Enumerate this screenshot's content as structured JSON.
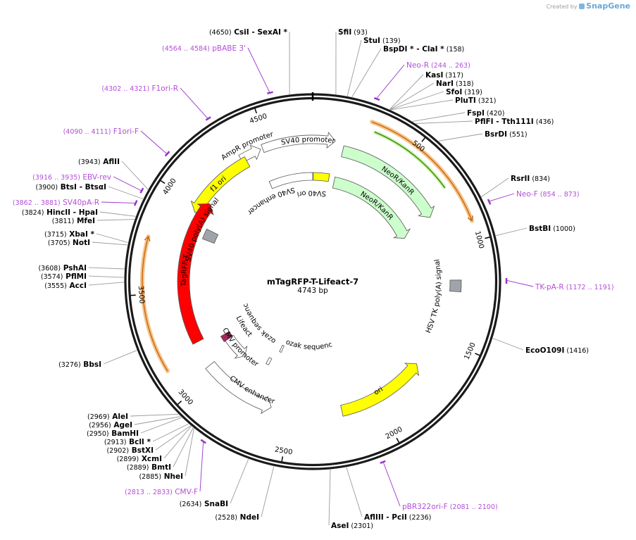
{
  "branding": {
    "created_by": "Created by",
    "app": "SnapGene"
  },
  "plasmid": {
    "name": "mTagRFP-T-Lifeact-7",
    "length_label": "4743 bp",
    "length": 4743
  },
  "tick_marks": [
    500,
    1000,
    1500,
    2000,
    2500,
    3000,
    3500,
    4000,
    4500
  ],
  "tick_labels": [
    "500",
    "1000",
    "1500",
    "2000",
    "2500",
    "3000",
    "3500",
    "4000",
    "4500"
  ],
  "sites": [
    {
      "parts": [
        {
          "t": "(4650)",
          "c": "pos"
        },
        {
          "t": " CsiI",
          "c": "name"
        },
        {
          "t": "  - SexAI *",
          "c": "name"
        }
      ],
      "bp": 4650
    },
    {
      "parts": [
        {
          "t": "SfiI",
          "c": "name"
        },
        {
          "t": "  (93)",
          "c": "pos"
        }
      ],
      "bp": 93
    },
    {
      "parts": [
        {
          "t": "StuI",
          "c": "name"
        },
        {
          "t": "  (139)",
          "c": "pos"
        }
      ],
      "bp": 139
    },
    {
      "parts": [
        {
          "t": "BspDI *",
          "c": "name"
        },
        {
          "t": "  - ClaI *",
          "c": "name"
        },
        {
          "t": "  (158)",
          "c": "pos"
        }
      ],
      "bp": 158
    },
    {
      "parts": [
        {
          "t": "KasI",
          "c": "name"
        },
        {
          "t": "  (317)",
          "c": "pos"
        }
      ],
      "bp": 317
    },
    {
      "parts": [
        {
          "t": "NarI",
          "c": "name"
        },
        {
          "t": "  (318)",
          "c": "pos"
        }
      ],
      "bp": 318
    },
    {
      "parts": [
        {
          "t": "SfoI",
          "c": "name"
        },
        {
          "t": "  (319)",
          "c": "pos"
        }
      ],
      "bp": 319
    },
    {
      "parts": [
        {
          "t": "PluTI",
          "c": "name"
        },
        {
          "t": "  (321)",
          "c": "pos"
        }
      ],
      "bp": 321
    },
    {
      "parts": [
        {
          "t": "FspI",
          "c": "name"
        },
        {
          "t": "  (420)",
          "c": "pos"
        }
      ],
      "bp": 420
    },
    {
      "parts": [
        {
          "t": "PflFI",
          "c": "name"
        },
        {
          "t": "  - Tth111I",
          "c": "name"
        },
        {
          "t": "  (436)",
          "c": "pos"
        }
      ],
      "bp": 436
    },
    {
      "parts": [
        {
          "t": "BsrDI",
          "c": "name"
        },
        {
          "t": "  (551)",
          "c": "pos"
        }
      ],
      "bp": 551
    },
    {
      "parts": [
        {
          "t": "RsrII",
          "c": "name"
        },
        {
          "t": "  (834)",
          "c": "pos"
        }
      ],
      "bp": 834
    },
    {
      "parts": [
        {
          "t": "BstBI",
          "c": "name"
        },
        {
          "t": "  (1000)",
          "c": "pos"
        }
      ],
      "bp": 1000
    },
    {
      "parts": [
        {
          "t": "EcoO109I",
          "c": "name"
        },
        {
          "t": "  (1416)",
          "c": "pos"
        }
      ],
      "bp": 1416
    },
    {
      "parts": [
        {
          "t": "AseI",
          "c": "name"
        },
        {
          "t": "  (2301)",
          "c": "pos"
        }
      ],
      "bp": 2301
    },
    {
      "parts": [
        {
          "t": "AflIII",
          "c": "name"
        },
        {
          "t": "  - PciI",
          "c": "name"
        },
        {
          "t": "  (2236)",
          "c": "pos"
        }
      ],
      "bp": 2236
    },
    {
      "parts": [
        {
          "t": "(2528)",
          "c": "pos"
        },
        {
          "t": " NdeI",
          "c": "name"
        }
      ],
      "bp": 2528
    },
    {
      "parts": [
        {
          "t": "(2634)",
          "c": "pos"
        },
        {
          "t": " SnaBI",
          "c": "name"
        }
      ],
      "bp": 2634
    },
    {
      "parts": [
        {
          "t": "(2885)",
          "c": "pos"
        },
        {
          "t": " NheI",
          "c": "name"
        }
      ],
      "bp": 2885
    },
    {
      "parts": [
        {
          "t": "(2889)",
          "c": "pos"
        },
        {
          "t": " BmtI",
          "c": "name"
        }
      ],
      "bp": 2889
    },
    {
      "parts": [
        {
          "t": "(2899)",
          "c": "pos"
        },
        {
          "t": " XcmI",
          "c": "name"
        }
      ],
      "bp": 2899
    },
    {
      "parts": [
        {
          "t": "(2902)",
          "c": "pos"
        },
        {
          "t": " BstXI",
          "c": "name"
        }
      ],
      "bp": 2902
    },
    {
      "parts": [
        {
          "t": "(2913)",
          "c": "pos"
        },
        {
          "t": " BclI *",
          "c": "name"
        }
      ],
      "bp": 2913
    },
    {
      "parts": [
        {
          "t": "(2950)",
          "c": "pos"
        },
        {
          "t": " BamHI",
          "c": "name"
        }
      ],
      "bp": 2950
    },
    {
      "parts": [
        {
          "t": "(2956)",
          "c": "pos"
        },
        {
          "t": " AgeI",
          "c": "name"
        }
      ],
      "bp": 2956
    },
    {
      "parts": [
        {
          "t": "(2969)",
          "c": "pos"
        },
        {
          "t": " AleI",
          "c": "name"
        }
      ],
      "bp": 2969
    },
    {
      "parts": [
        {
          "t": "(3276)",
          "c": "pos"
        },
        {
          "t": " BbsI",
          "c": "name"
        }
      ],
      "bp": 3276
    },
    {
      "parts": [
        {
          "t": "(3555)",
          "c": "pos"
        },
        {
          "t": " AccI",
          "c": "name"
        }
      ],
      "bp": 3555
    },
    {
      "parts": [
        {
          "t": "(3574)",
          "c": "pos"
        },
        {
          "t": " PflMI",
          "c": "name"
        }
      ],
      "bp": 3574
    },
    {
      "parts": [
        {
          "t": "(3608)",
          "c": "pos"
        },
        {
          "t": " PshAI",
          "c": "name"
        }
      ],
      "bp": 3608
    },
    {
      "parts": [
        {
          "t": "(3705)",
          "c": "pos"
        },
        {
          "t": " NotI",
          "c": "name"
        }
      ],
      "bp": 3705
    },
    {
      "parts": [
        {
          "t": "(3715)",
          "c": "pos"
        },
        {
          "t": " XbaI *",
          "c": "name"
        }
      ],
      "bp": 3715
    },
    {
      "parts": [
        {
          "t": "(3811)",
          "c": "pos"
        },
        {
          "t": " MfeI",
          "c": "name"
        }
      ],
      "bp": 3811
    },
    {
      "parts": [
        {
          "t": "(3824)",
          "c": "pos"
        },
        {
          "t": " HincII",
          "c": "name"
        },
        {
          "t": "  - HpaI",
          "c": "name"
        }
      ],
      "bp": 3824
    },
    {
      "parts": [
        {
          "t": "(3900)",
          "c": "pos"
        },
        {
          "t": " BtsI",
          "c": "name"
        },
        {
          "t": "  - BtsαI",
          "c": "name"
        }
      ],
      "bp": 3900
    },
    {
      "parts": [
        {
          "t": "(3943)",
          "c": "pos"
        },
        {
          "t": " AflII",
          "c": "name"
        }
      ],
      "bp": 3943
    }
  ],
  "primers": [
    {
      "parts": [
        {
          "t": "(4564 .. 4584)",
          "c": "ppos"
        },
        {
          "t": "  pBABE 3'",
          "c": "pname"
        }
      ],
      "start": 4564,
      "end": 4584
    },
    {
      "parts": [
        {
          "t": "(4302 .. 4321)",
          "c": "ppos"
        },
        {
          "t": "  F1ori-R",
          "c": "pname"
        }
      ],
      "start": 4302,
      "end": 4321
    },
    {
      "parts": [
        {
          "t": "(4090 .. 4111)",
          "c": "ppos"
        },
        {
          "t": "  F1ori-F",
          "c": "pname"
        }
      ],
      "start": 4090,
      "end": 4111
    },
    {
      "parts": [
        {
          "t": "(3916 .. 3935)",
          "c": "ppos"
        },
        {
          "t": "  EBV-rev",
          "c": "pname"
        }
      ],
      "start": 3916,
      "end": 3935
    },
    {
      "parts": [
        {
          "t": "(3862 .. 3881)",
          "c": "ppos"
        },
        {
          "t": "  SV40pA-R",
          "c": "pname"
        }
      ],
      "start": 3862,
      "end": 3881
    },
    {
      "parts": [
        {
          "t": "Neo-R",
          "c": "pname"
        },
        {
          "t": "  (244 .. 263)",
          "c": "ppos"
        }
      ],
      "start": 244,
      "end": 263
    },
    {
      "parts": [
        {
          "t": "Neo-F",
          "c": "pname"
        },
        {
          "t": "  (854 .. 873)",
          "c": "ppos"
        }
      ],
      "start": 854,
      "end": 873
    },
    {
      "parts": [
        {
          "t": "TK-pA-R",
          "c": "pname"
        },
        {
          "t": "  (1172 .. 1191)",
          "c": "ppos"
        }
      ],
      "start": 1172,
      "end": 1191
    },
    {
      "parts": [
        {
          "t": "pBR322ori-F",
          "c": "pname"
        },
        {
          "t": "  (2081 .. 2100)",
          "c": "ppos"
        }
      ],
      "start": 2081,
      "end": 2100
    },
    {
      "parts": [
        {
          "t": "(2813 .. 2833)",
          "c": "ppos"
        },
        {
          "t": "  CMV-F",
          "c": "pname"
        }
      ],
      "start": 2813,
      "end": 2833
    }
  ],
  "features": [
    {
      "name": "SV40 promoter",
      "color": "#ffffff"
    },
    {
      "name": "AmpR promoter",
      "color": "#ffffff"
    },
    {
      "name": "f1 ori",
      "color": "#ffff00"
    },
    {
      "name": "SV40 poly(A) signal",
      "color": "#a0a4aa"
    },
    {
      "name": "SV40 enhancer",
      "color": "#ffffff"
    },
    {
      "name": "SV40 ori",
      "color": "#ffff00"
    },
    {
      "name": "NeoR/KanR",
      "color": "#ccffcc"
    },
    {
      "name": "NeoR/KanR",
      "color": "#ccffcc"
    },
    {
      "name": "HSV TK poly(A) signal",
      "color": "#a0a4aa"
    },
    {
      "name": "ori",
      "color": "#ffff00"
    },
    {
      "name": "CMV enhancer",
      "color": "#ffffff"
    },
    {
      "name": "CMV promoter",
      "color": "#ffffff"
    },
    {
      "name": "Kozak sequence",
      "color": "#ffffff"
    },
    {
      "name": "Kozak sequence",
      "color": "#ffffff"
    },
    {
      "name": "Lifeact",
      "color": "#a3285c"
    },
    {
      "name": "TagRFP-T",
      "color": "#ff0000"
    }
  ],
  "colors": {
    "orf_outline": "#f5c48a",
    "orf_line": "#c8660f",
    "green_line": "#3f8f00",
    "primer": "#9a32cd",
    "backbone": "#1a1a1a"
  }
}
